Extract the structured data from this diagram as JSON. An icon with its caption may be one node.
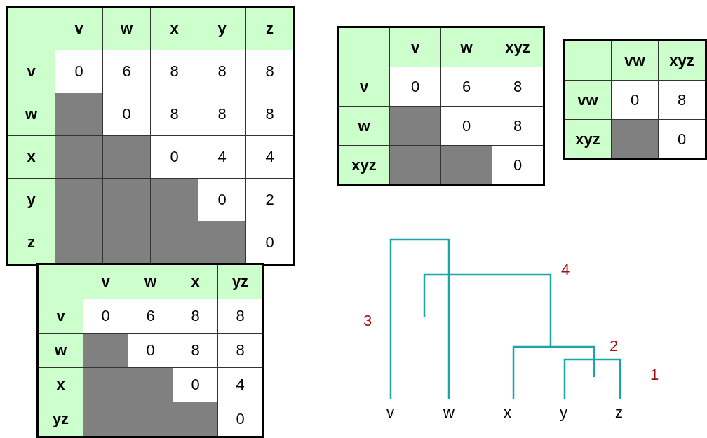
{
  "diagram": {
    "labels": [
      "v",
      "w",
      "x",
      "y",
      "z",
      "v",
      "0",
      "6",
      "8",
      "8",
      "8",
      "w",
      "0",
      "8",
      "8",
      "8",
      "x",
      "0",
      "4",
      "4",
      "y",
      "0",
      "2",
      "z",
      "0",
      "v",
      "w",
      "xyz",
      "v",
      "0",
      "6",
      "8",
      "w",
      "0",
      "8",
      "xyz",
      "0",
      "vw",
      "xyz",
      "vw",
      "0",
      "8",
      "xyz",
      "0",
      "v",
      "w",
      "x",
      "yz",
      "v",
      "0",
      "6",
      "8",
      "8",
      "w",
      "0",
      "8",
      "8",
      "x",
      "0",
      "4",
      "yz",
      "0",
      "4",
      "3",
      "2",
      "1",
      "v",
      "w",
      "x",
      "y",
      "z"
    ]
  }
}
